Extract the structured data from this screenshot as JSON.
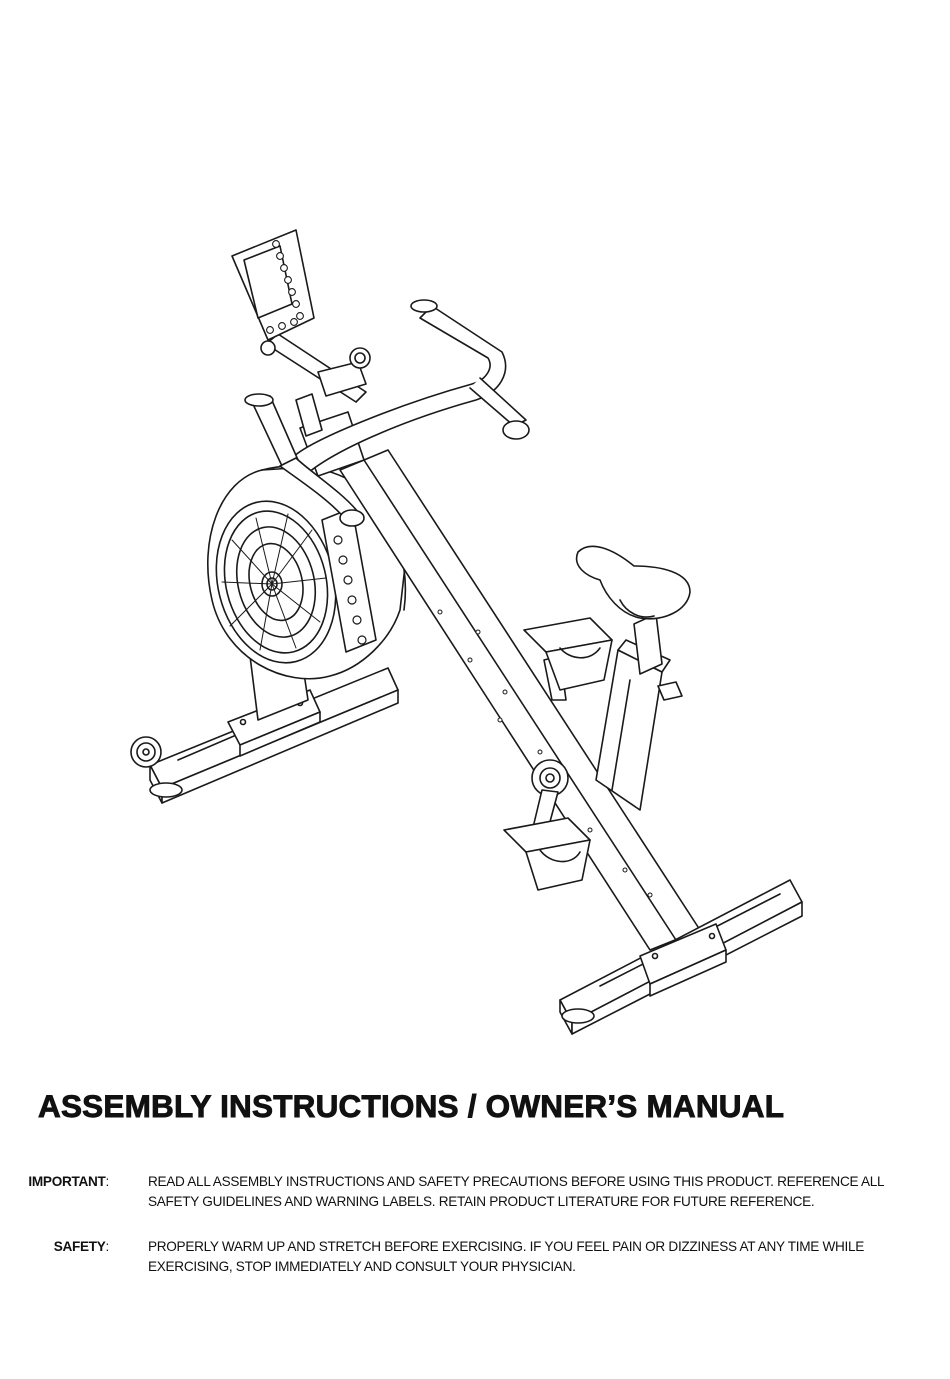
{
  "document": {
    "title": "ASSEMBLY INSTRUCTIONS / OWNER’S MANUAL",
    "notices": [
      {
        "label": "IMPORTANT",
        "text": "READ ALL ASSEMBLY INSTRUCTIONS AND SAFETY PRECAUTIONS BEFORE USING THIS PRODUCT. REFERENCE ALL SAFETY GUIDELINES AND WARNING LABELS. RETAIN PRODUCT LITERATURE FOR FUTURE REFERENCE."
      },
      {
        "label": "SAFETY",
        "text": "PROPERLY WARM UP AND STRETCH BEFORE EXERCISING. IF YOU FEEL PAIN OR DIZZINESS AT ANY TIME WHILE EXERCISING, STOP IMMEDIATELY AND CONSULT YOUR PHYSICIAN."
      }
    ]
  },
  "illustration": {
    "subject": "exercise-bike-line-drawing",
    "stroke_color": "#1a1a1a",
    "fill_color": "#ffffff"
  }
}
